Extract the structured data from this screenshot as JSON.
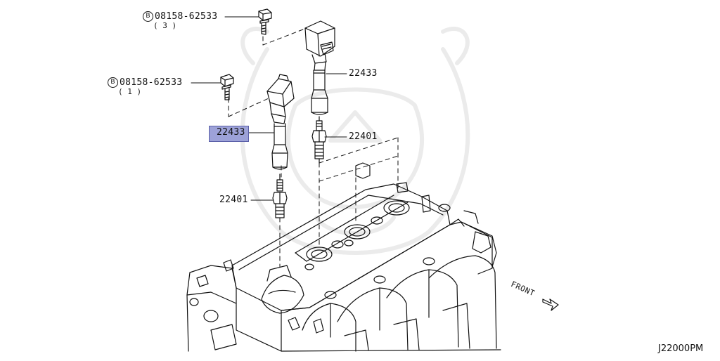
{
  "diagram": {
    "code": "J22000PM",
    "front_label": "FRONT",
    "bolt_marker": "B",
    "callouts": {
      "bolt_rear": {
        "part_no": "08158-62533",
        "qty": "( 3 )"
      },
      "bolt_front": {
        "part_no": "08158-62533",
        "qty": "( 1 )"
      },
      "coil_rear": {
        "part_no": "22433"
      },
      "coil_front": {
        "part_no": "22433"
      },
      "plug_rear": {
        "part_no": "22401"
      },
      "plug_front": {
        "part_no": "22401"
      }
    }
  }
}
